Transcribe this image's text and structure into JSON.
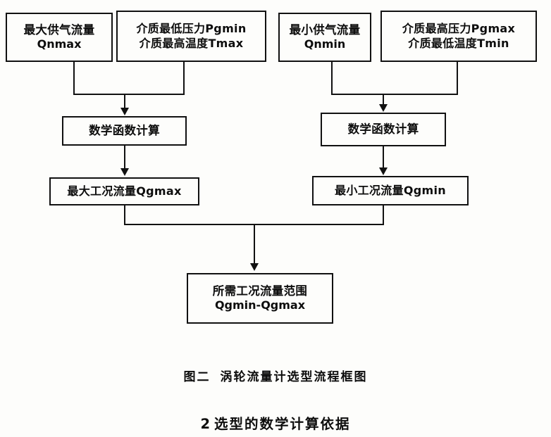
{
  "figure": {
    "nodes": {
      "max_supply_flow": {
        "line1": "最大供气流量",
        "line2": "Qnmax"
      },
      "min_pressure_max_temp": {
        "line1": "介质最低压力Pgmin",
        "line2": "介质最高温度Tmax"
      },
      "min_supply_flow": {
        "line1": "最小供气流量",
        "line2": "Qnmin"
      },
      "max_pressure_min_temp": {
        "line1": "介质最高压力Pgmax",
        "line2": "介质最低温度Tmin"
      },
      "math_calc_left": {
        "line1": "数学函数计算"
      },
      "math_calc_right": {
        "line1": "数学函数计算"
      },
      "max_working_flow": {
        "line1": "最大工况流量Qgmax"
      },
      "min_working_flow": {
        "line1": "最小工况流量Qgmin"
      },
      "required_flow_range": {
        "line1": "所需工况流量范围",
        "line2": "Qgmin-Qgmax"
      }
    },
    "caption": {
      "label": "图二",
      "title": "涡轮流量计选型流程框图"
    }
  },
  "section": {
    "number": "2",
    "title": "选型的数学计算依据"
  },
  "colors": {
    "ink": "#111111",
    "paper": "#fdfdfb"
  }
}
